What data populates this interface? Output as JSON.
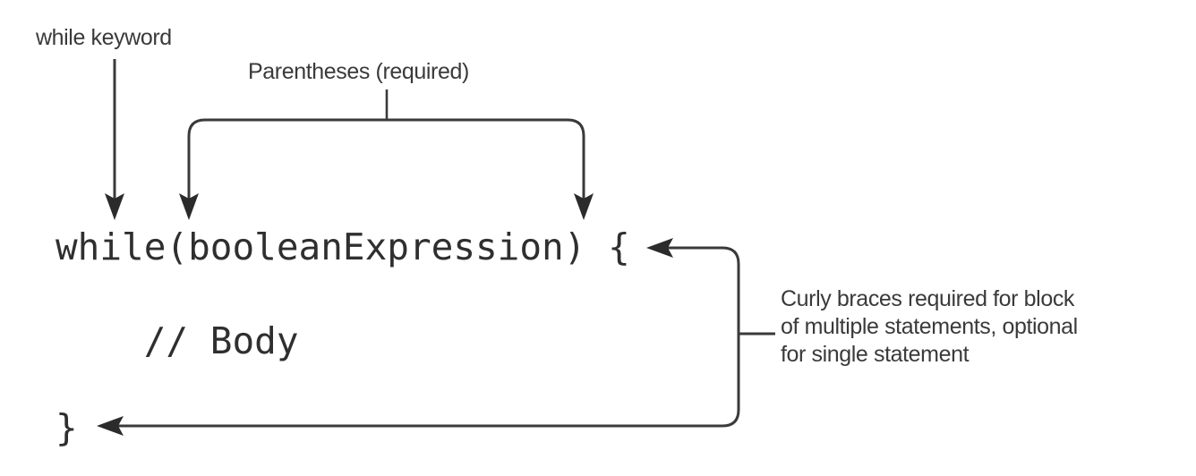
{
  "diagram": {
    "title": "while loop syntax annotation diagram",
    "background_color": "#ffffff",
    "line_color": "#3a3a3a",
    "text_color": "#3a3a3a",
    "code_color": "#2f2f2f"
  },
  "code": {
    "line1": "while(booleanExpression) {",
    "line2": "    // Body",
    "line3": "}"
  },
  "labels": {
    "while_keyword": "while keyword",
    "parentheses": "Parentheses (required)",
    "curly_braces_line1": "Curly braces required for block",
    "curly_braces_line2": "of multiple statements, optional",
    "curly_braces_line3": "for single statement"
  },
  "connectors": [
    {
      "name": "while-keyword-arrow",
      "from": "while keyword",
      "to": "while",
      "style": "straight-down-arrow"
    },
    {
      "name": "parentheses-bracket",
      "from": "Parentheses (required)",
      "to": "( and )",
      "style": "downward-bracket-two-arrows"
    },
    {
      "name": "curly-braces-bracket",
      "from": "Curly braces required for block of multiple statements, optional for single statement",
      "to": "{ and }",
      "style": "right-bracket-two-arrows"
    }
  ]
}
